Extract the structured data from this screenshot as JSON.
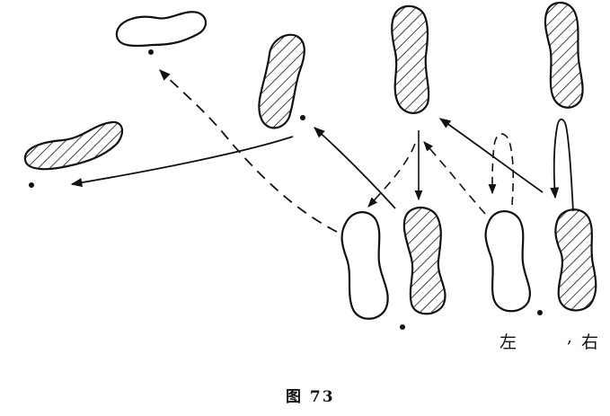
{
  "labels": {
    "left": "左",
    "comma": ",",
    "right": "右"
  },
  "caption": "图 73",
  "colors": {
    "ink": "#111111",
    "paper": "#ffffff"
  }
}
